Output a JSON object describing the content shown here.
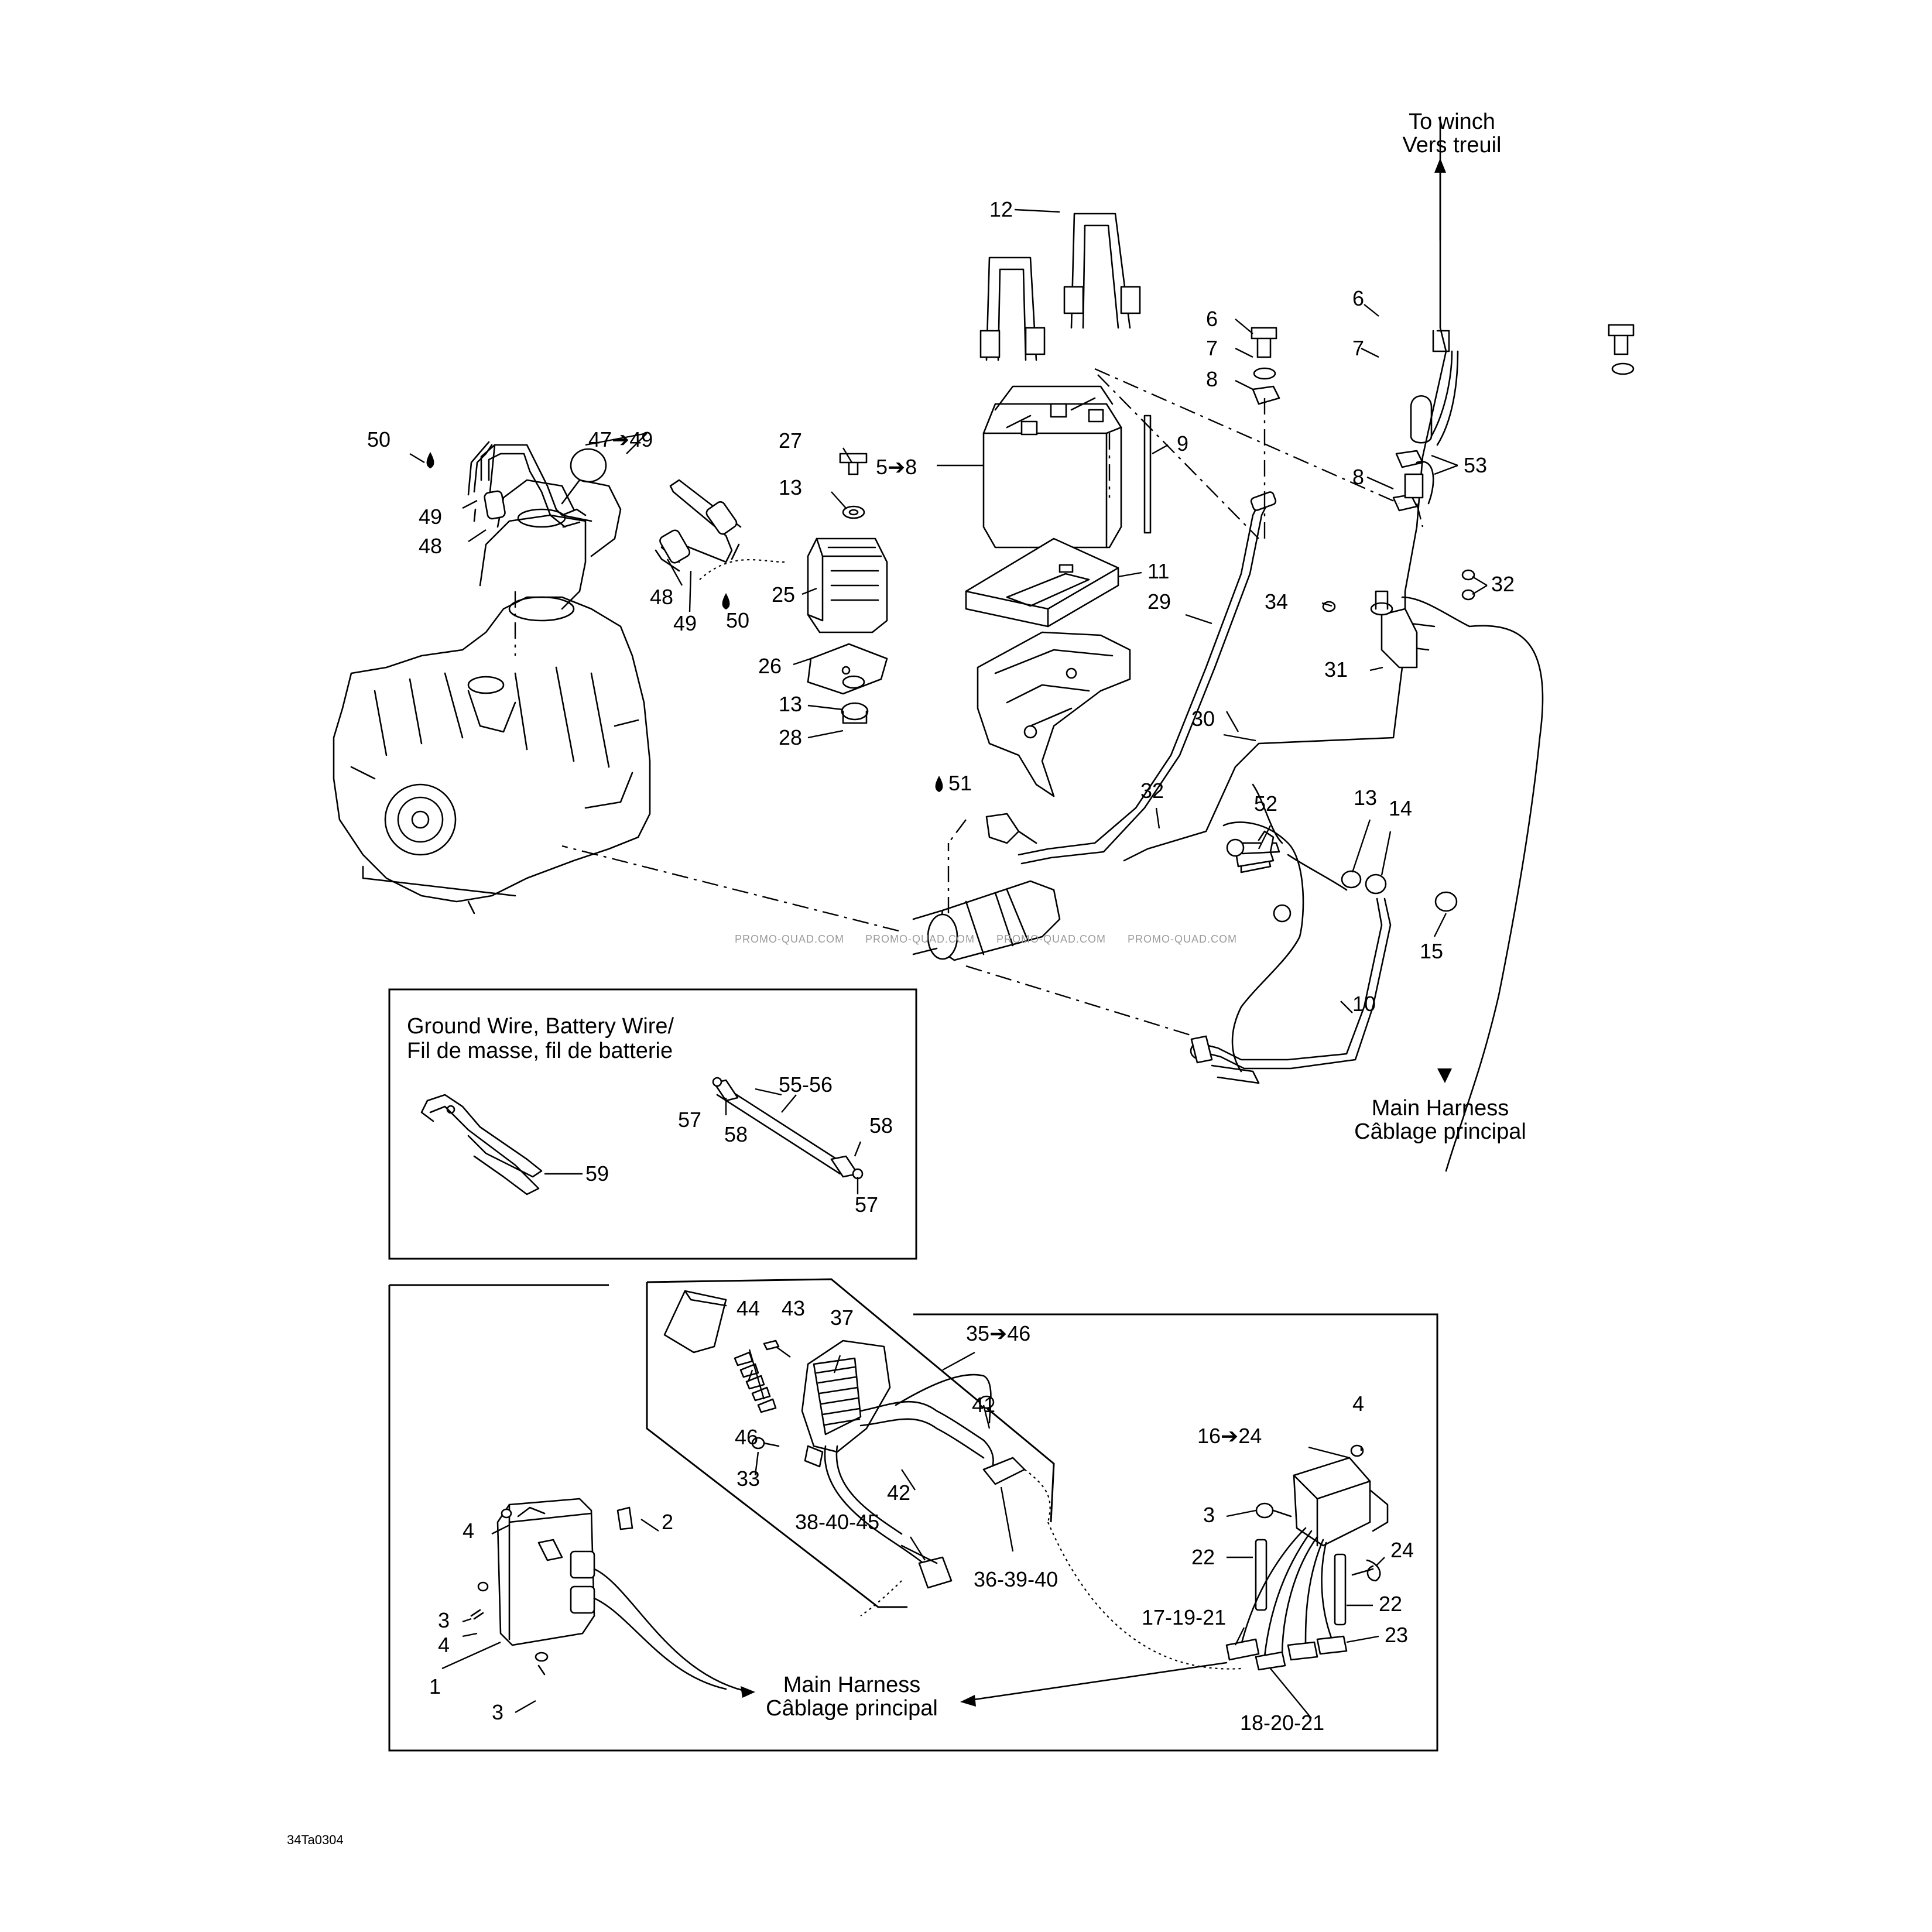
{
  "labels": {
    "to_winch_en": "To winch",
    "to_winch_fr": "Vers treuil",
    "main_harness_en": "Main Harness",
    "main_harness_fr": "Câblage principal",
    "ground_wire_en": "Ground Wire, Battery Wire/",
    "ground_wire_fr": "Fil de masse, fil de batterie",
    "drawing_code": "34Ta0304",
    "watermark": "PROMO-QUAD.COM"
  },
  "callouts": {
    "c1": "1",
    "c2": "2",
    "c3": "3",
    "c4": "4",
    "c5_8": "5➔8",
    "c6": "6",
    "c7": "7",
    "c8": "8",
    "c9": "9",
    "c10": "10",
    "c11": "11",
    "c12": "12",
    "c13": "13",
    "c14": "14",
    "c15": "15",
    "c16_24": "16➔24",
    "c17_19_21": "17-19-21",
    "c18_20_21": "18-20-21",
    "c22": "22",
    "c23": "23",
    "c24": "24",
    "c25": "25",
    "c26": "26",
    "c27": "27",
    "c28": "28",
    "c29": "29",
    "c30": "30",
    "c31": "31",
    "c32": "32",
    "c33": "33",
    "c34": "34",
    "c35_46": "35➔46",
    "c36_39_40": "36-39-40",
    "c37": "37",
    "c38_40_45": "38-40-45",
    "c41": "41",
    "c42": "42",
    "c43": "43",
    "c44": "44",
    "c46": "46",
    "c47_49": "47➔49",
    "c48": "48",
    "c49": "49",
    "c50": "50",
    "c51": "51",
    "c52": "52",
    "c53": "53",
    "c55_56": "55-56",
    "c57": "57",
    "c58": "58",
    "c59": "59"
  }
}
